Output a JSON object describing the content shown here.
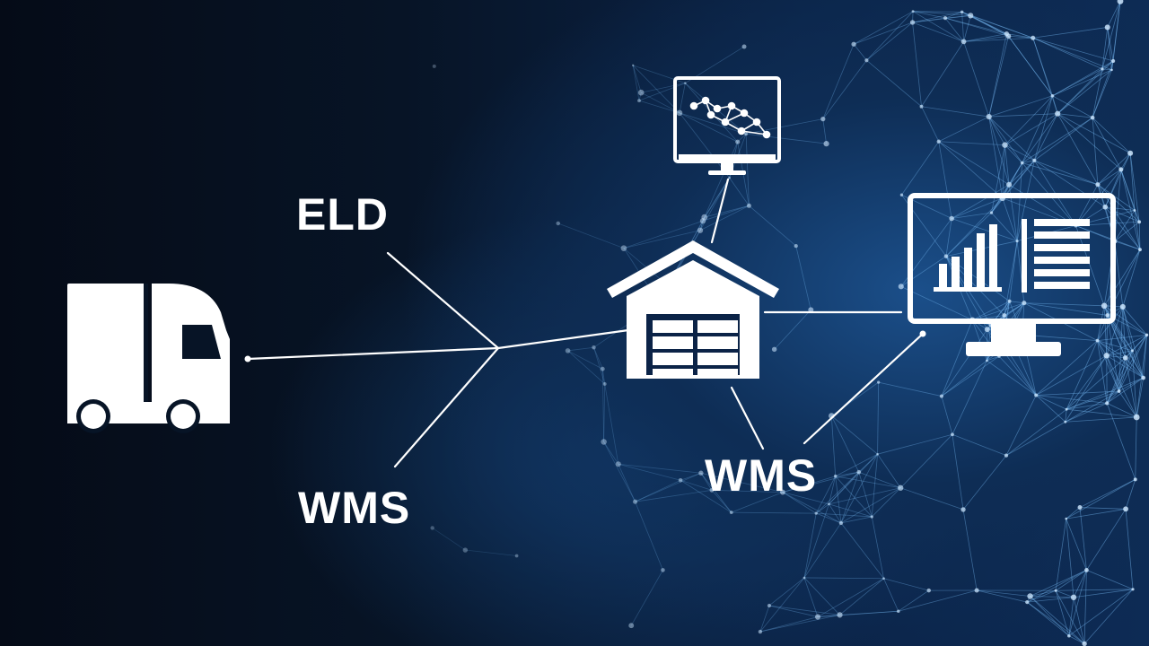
{
  "labels": {
    "eld": "ELD",
    "wms_left": "WMS",
    "wms_right": "WMS"
  },
  "icons": {
    "truck": "truck-icon",
    "warehouse": "warehouse-icon",
    "network_monitor": "network-monitor-icon",
    "analytics_monitor": "analytics-monitor-icon"
  },
  "colors": {
    "background_dark": "#050b17",
    "background_blue": "#1b4f8a",
    "network_glow": "#7fc4ff",
    "icon_white": "#ffffff"
  }
}
